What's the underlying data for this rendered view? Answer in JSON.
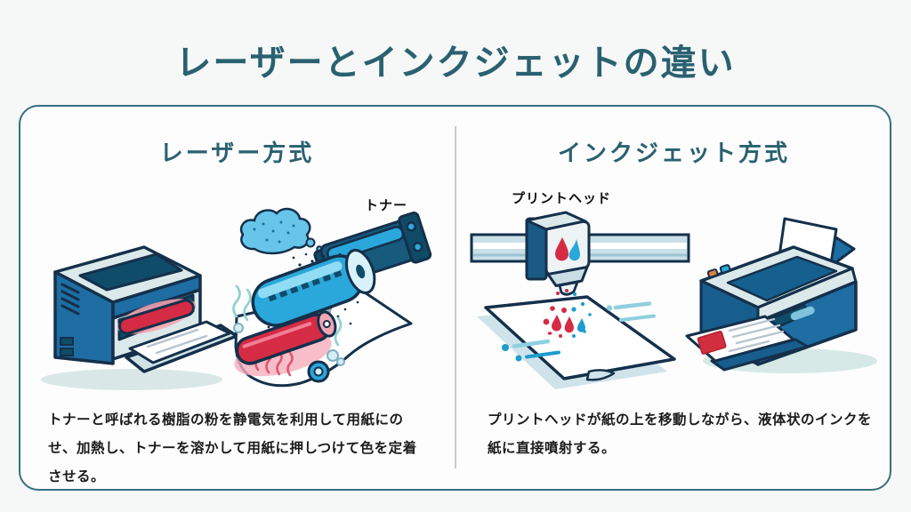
{
  "title": "レーザーとインクジェットの違い",
  "panels": {
    "laser": {
      "heading": "レーザー方式",
      "callout_label": "トナー",
      "description": "トナーと呼ばれる樹脂の粉を静電気を利用して用紙にのせ、加熱し、トナーを溶かして用紙に押しつけて色を定着させる。",
      "illustrations": [
        "laser-printer-illustration",
        "toner-drum-fuser-illustration"
      ]
    },
    "inkjet": {
      "heading": "インクジェット方式",
      "callout_label": "プリントヘッド",
      "description": "プリントヘッドが紙の上を移動しながら、液体状のインクを紙に直接噴射する。",
      "illustrations": [
        "inkjet-print-head-illustration",
        "inkjet-printer-illustration"
      ]
    }
  },
  "colors": {
    "page_background": "#f6f7f7",
    "card_background": "#fdfdfd",
    "card_border": "#35707e",
    "heading_text": "#2a6170",
    "body_text": "#1b1b1b",
    "divider": "#c7cbce",
    "outline_navy": "#14304b",
    "printer_blue": "#1e6da3",
    "panel_light": "#dce9ea",
    "ink_cyan": "#2aa7db",
    "ink_red": "#d62b45",
    "glow_pink": "#f5aebc"
  }
}
